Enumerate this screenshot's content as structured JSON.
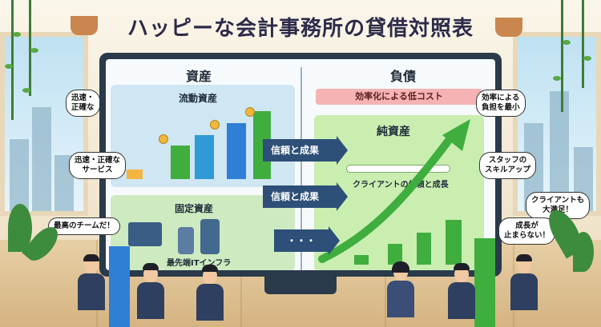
{
  "title": "ハッピーな会計事務所の貸借対照表",
  "assets": {
    "heading": "資産",
    "current_assets": "流動資産",
    "fixed_assets": "固定資産",
    "infra_label": "最先端ITインフラ"
  },
  "liabilities": {
    "heading": "負債",
    "cost_label": "効率化による低コスト",
    "net_assets": "純資産",
    "client_trust_label": "クライアントの信頼と成長"
  },
  "arrows": [
    {
      "label": "信頼と成果"
    },
    {
      "label": "信頼と成果"
    },
    {
      "label": "・・・"
    }
  ],
  "bubbles": {
    "quick_accurate_short": "迅速・\n正確な",
    "quick_accurate_service": "迅速・正確な\nサービス",
    "best_team": "最高のチームだ！",
    "burden_min": "効率による\n負担を最小",
    "staff_skill": "スタッフの\nスキルアップ",
    "client_satisfied": "クライアントも\n大満足！",
    "growth_unstoppable": "成長が\n止まらない！"
  },
  "colors": {
    "monitor": "#2a3a4b",
    "current_panel": "#cfe6f3",
    "fixed_panel": "#cdeac0",
    "net_panel": "#c9eeb0",
    "cost_bar": "#f6b3b3",
    "arrow": "#2d4f78",
    "growth_green": "#3fae3f"
  }
}
